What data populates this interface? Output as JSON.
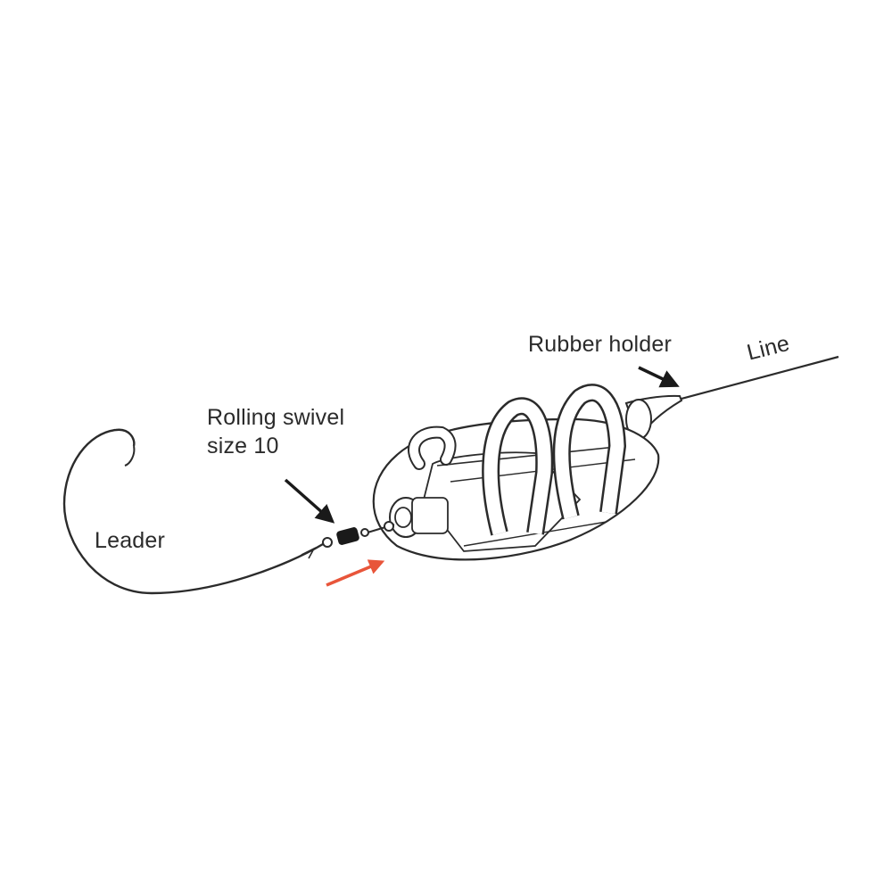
{
  "labels": {
    "rubber_holder": "Rubber holder",
    "line": "Line",
    "swivel_line1": "Rolling swivel",
    "swivel_line2": "size 10",
    "leader": "Leader"
  },
  "colors": {
    "ink": "#2b2b2b",
    "highlight_arrow": "#e8553a",
    "background": "#ffffff"
  }
}
